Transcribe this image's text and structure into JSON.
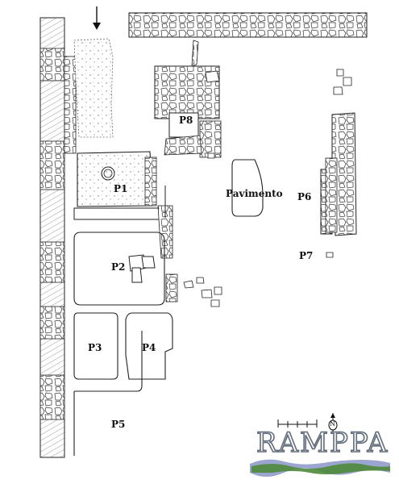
{
  "labels": {
    "p1": "P1",
    "p2": "P2",
    "p3": "P3",
    "p4": "P4",
    "p5": "P5",
    "p6": "P6",
    "p7": "P7",
    "p8": "P8",
    "pavimento": "Pavimento"
  },
  "north_label": "N",
  "logo": {
    "text": "RAMPPA",
    "wave_colors": [
      "#8a95c8",
      "#4f8a3a"
    ]
  }
}
